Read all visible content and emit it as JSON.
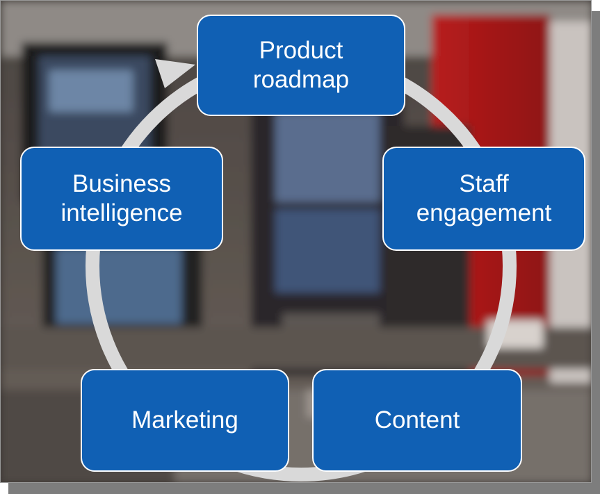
{
  "colors": {
    "node_fill": "#1060b4",
    "node_text": "#ffffff",
    "cycle_arrow": "#d9d9d9",
    "frame_shadow": "#7d7d7d"
  },
  "background": {
    "description_icon": "photo-of-gaming-terminals"
  },
  "cycle": {
    "direction": "clockwise",
    "nodes": [
      {
        "id": "product-roadmap",
        "label": "Product\nroadmap"
      },
      {
        "id": "staff-engagement",
        "label": "Staff\nengagement"
      },
      {
        "id": "content",
        "label": "Content"
      },
      {
        "id": "marketing",
        "label": "Marketing"
      },
      {
        "id": "business-intelligence",
        "label": "Business\nintelligence"
      }
    ]
  }
}
